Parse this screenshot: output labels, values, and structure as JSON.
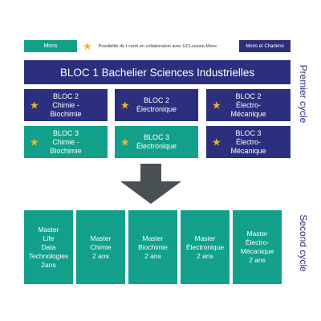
{
  "legend": {
    "mons": "Mons",
    "icarre": "Possibilité de I-carré en collaboration avec UCLouvain-Mons",
    "mons_charleroi": "Mons et Charleroi",
    "star_icon": "star-icon"
  },
  "bloc1": "BLOC 1 Bachelier Sciences Industrielles",
  "bloc2": [
    {
      "label": "BLOC 2\nChimie -\nBiochimie",
      "star": true
    },
    {
      "label": "BLOC 2\nÉlectronique",
      "star": true
    },
    {
      "label": "BLOC 2\nÉlectro-\nMécanique",
      "star": true
    }
  ],
  "bloc3": [
    {
      "label": "BLOC 3\nChimie -\nBiochimie",
      "star": true
    },
    {
      "label": "BLOC 3\nÉlectronique",
      "star": true
    },
    {
      "label": "BLOC 3\nÉlectro-\nMécanique",
      "star": true
    }
  ],
  "masters": [
    "Master\nLife\nData\nTechnologies\n2ans",
    "Master\nChimie\n2 ans",
    "Master\nBiochimie\n2 ans",
    "Master\nÉlectronique\n2 ans",
    "Master\nÉlectro-\nMécanique\n2 ans"
  ],
  "cycles": {
    "first": "Premier cycle",
    "second": "Second cycle"
  },
  "colors": {
    "teal": "#12a08a",
    "navy": "#2b2f7d",
    "star": "#f6b41a",
    "arrow": "#4a5155"
  }
}
